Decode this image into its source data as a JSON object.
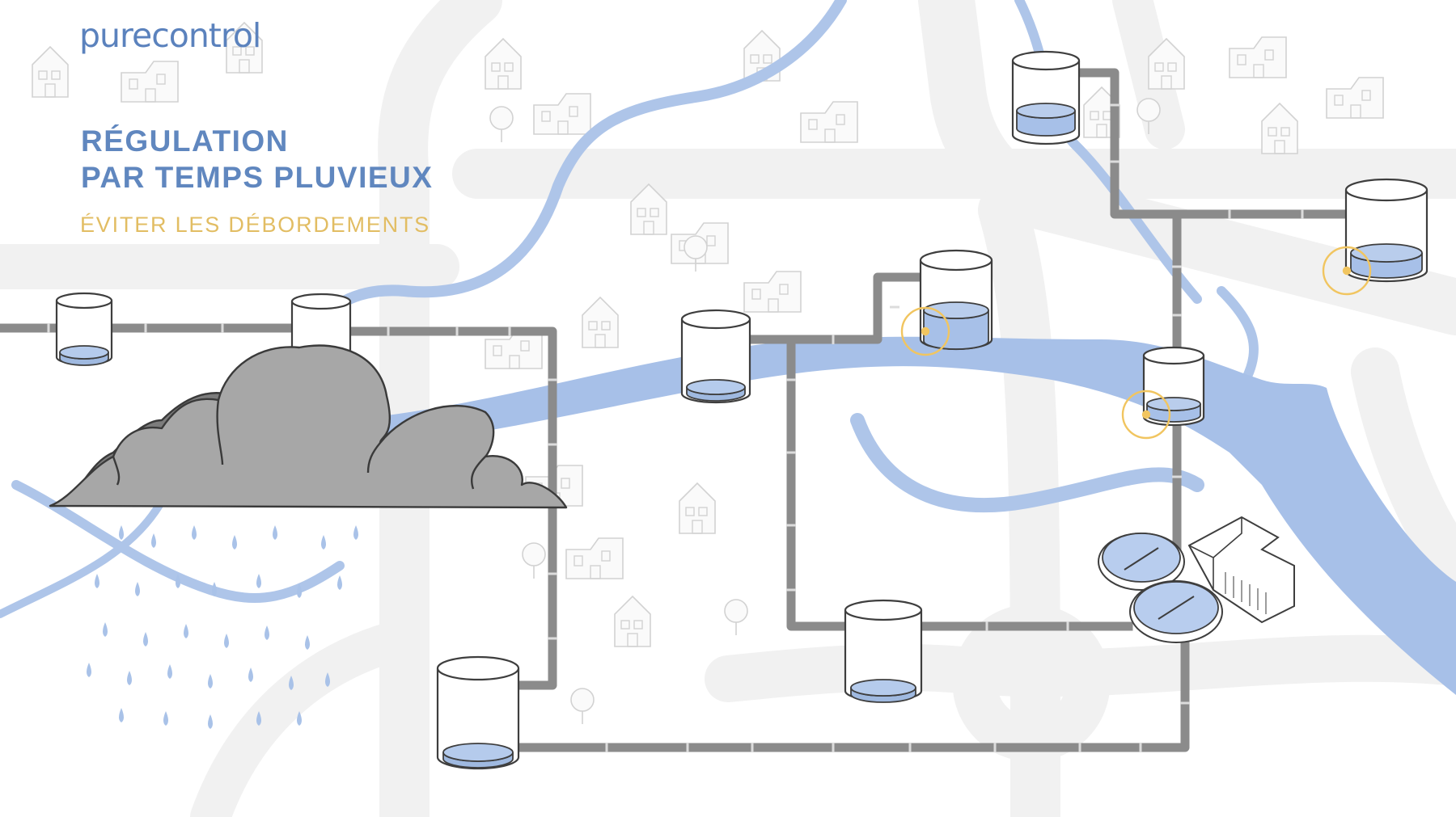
{
  "brand": {
    "logo_text": "purecontrol"
  },
  "heading": {
    "title_line1": "RÉGULATION",
    "title_line2": "PAR TEMPS PLUVIEUX",
    "subtitle": "ÉVITER LES DÉBORDEMENTS"
  },
  "colors": {
    "title": "#6087bf",
    "subtitle": "#e2bd63",
    "water": "#a9c2e8",
    "pipe": "#8e8e8e",
    "road": "#f0f0f0",
    "cloud": "#a5a5a5",
    "sensor": "#f1c560"
  },
  "elements": [
    "rain-cloud-icon",
    "rain-drops-icon",
    "river-icon",
    "sewer-pipe-network",
    "storage-tank-icon",
    "level-sensor-icon",
    "treatment-plant-icon",
    "house-icon",
    "tree-icon"
  ]
}
